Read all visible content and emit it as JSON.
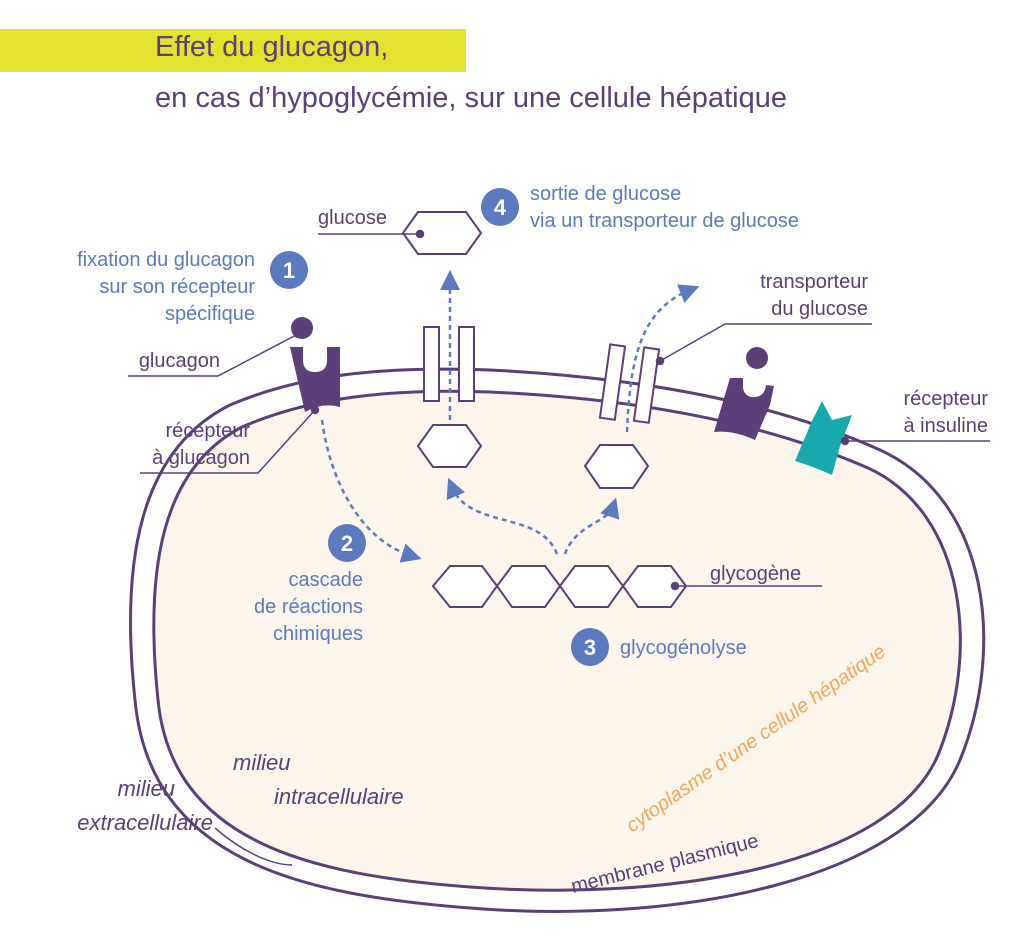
{
  "title": {
    "line1": "Effet du glucagon,",
    "line2": "en cas d’hypoglycémie, sur une cellule hépatique"
  },
  "steps": [
    {
      "number": "1",
      "lines": [
        "fixation du glucagon",
        "sur son récepteur",
        "spécifique"
      ]
    },
    {
      "number": "2",
      "lines": [
        "cascade",
        "de réactions",
        "chimiques"
      ]
    },
    {
      "number": "3",
      "lines": [
        "glycogénolyse"
      ]
    },
    {
      "number": "4",
      "lines": [
        "sortie de glucose",
        "via un transporteur de glucose"
      ]
    }
  ],
  "labels": {
    "glucose": "glucose",
    "glucagon": "glucagon",
    "recepteur_glucagon": [
      "récepteur",
      "à glucagon"
    ],
    "transporteur": [
      "transporteur",
      "du glucose"
    ],
    "recepteur_insuline": [
      "récepteur",
      "à insuline"
    ],
    "glycogene": "glycogène",
    "milieu_intra": [
      "milieu",
      "intracellulaire"
    ],
    "milieu_extra": [
      "milieu",
      "extracellulaire"
    ],
    "cytoplasme": "cytoplasme d’une cellule hépatique",
    "membrane": "membrane plasmique"
  },
  "colors": {
    "purple": "#5b3f78",
    "blue": "#5b7ac0",
    "yellow": "#e3e22f",
    "teal": "#17a9ad",
    "cytoplasm": "#fcf5ec",
    "orange": "#f2a85c"
  }
}
